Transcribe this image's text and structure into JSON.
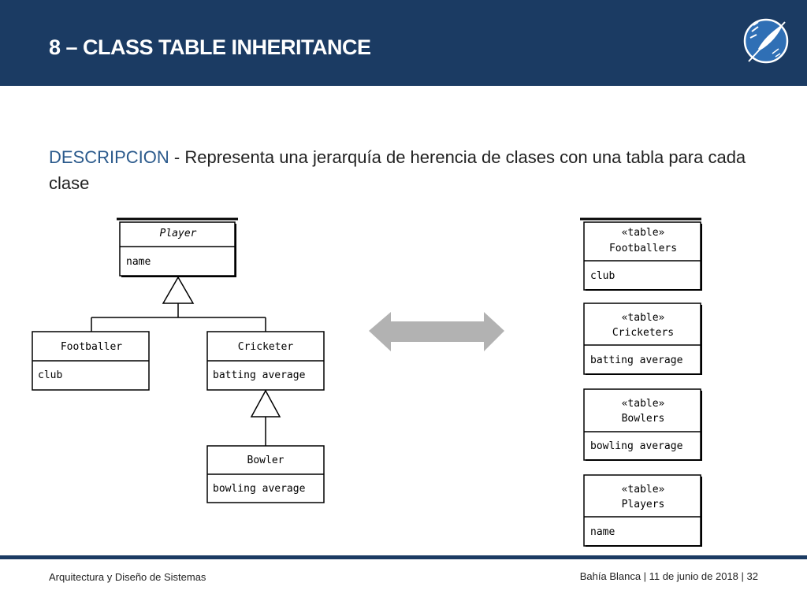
{
  "slide": {
    "title": "8 – CLASS TABLE INHERITANCE",
    "description_keyword": "DESCRIPCION",
    "description_text": " - Representa una jerarquía de herencia de clases con una tabla para cada clase"
  },
  "class_diagram": {
    "player": {
      "name": "Player",
      "attribute": "name"
    },
    "footballer": {
      "name": "Footballer",
      "attribute": "club"
    },
    "cricketer": {
      "name": "Cricketer",
      "attribute": "batting average"
    },
    "bowler": {
      "name": "Bowler",
      "attribute": "bowling average"
    }
  },
  "tables": {
    "stereotype": "«table»",
    "footballers": {
      "name": "Footballers",
      "column": "club"
    },
    "cricketers": {
      "name": "Cricketers",
      "column": "batting average"
    },
    "bowlers": {
      "name": "Bowlers",
      "column": "bowling average"
    },
    "players": {
      "name": "Players",
      "column": "name"
    }
  },
  "colors": {
    "header_bg": "#1b3b63",
    "keyword": "#2b5a8c",
    "arrow": "#b2b2b2"
  },
  "footer": {
    "left": "Arquitectura y Diseño de Sistemas",
    "right_location_date": "Bahía Blanca | 11 de junio de 2018 | ",
    "page_number": "32"
  }
}
